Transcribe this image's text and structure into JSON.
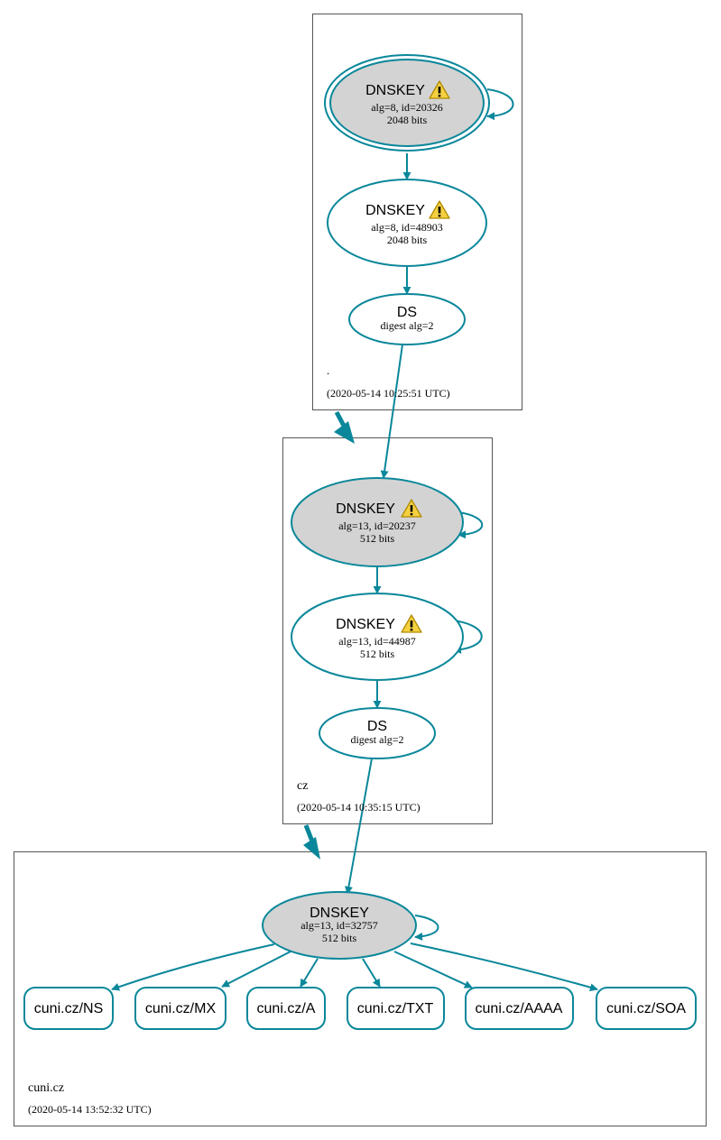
{
  "colors": {
    "edge": "#0a879a",
    "zone_border": "#555555",
    "ksk_fill": "#d3d3d3",
    "node_fill": "#ffffff",
    "text": "#000000",
    "warning_fill": "#f5d142",
    "warning_stroke": "#b08a00"
  },
  "icons": {
    "warning": "warning-icon"
  },
  "zones": {
    "root": {
      "name": ".",
      "timestamp": "(2020-05-14 10:25:51 UTC)",
      "ksk": {
        "type": "DNSKEY",
        "line1": "alg=8, id=20326",
        "line2": "2048 bits"
      },
      "zsk": {
        "type": "DNSKEY",
        "line1": "alg=8, id=48903",
        "line2": "2048 bits"
      },
      "ds": {
        "type": "DS",
        "line1": "digest alg=2"
      }
    },
    "cz": {
      "name": "cz",
      "timestamp": "(2020-05-14 10:35:15 UTC)",
      "ksk": {
        "type": "DNSKEY",
        "line1": "alg=13, id=20237",
        "line2": "512 bits"
      },
      "zsk": {
        "type": "DNSKEY",
        "line1": "alg=13, id=44987",
        "line2": "512 bits"
      },
      "ds": {
        "type": "DS",
        "line1": "digest alg=2"
      }
    },
    "cuni": {
      "name": "cuni.cz",
      "timestamp": "(2020-05-14 13:52:32 UTC)",
      "key": {
        "type": "DNSKEY",
        "line1": "alg=13, id=32757",
        "line2": "512 bits"
      },
      "records": [
        "cuni.cz/NS",
        "cuni.cz/MX",
        "cuni.cz/A",
        "cuni.cz/TXT",
        "cuni.cz/AAAA",
        "cuni.cz/SOA"
      ]
    }
  }
}
